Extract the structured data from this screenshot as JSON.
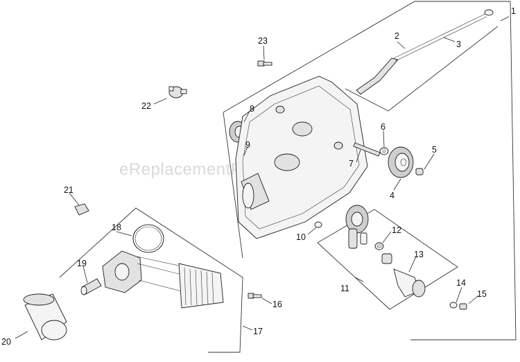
{
  "watermark": "eReplacementParts.com",
  "callouts": [
    "1",
    "2",
    "3",
    "4",
    "5",
    "6",
    "7",
    "8",
    "9",
    "10",
    "11",
    "12",
    "13",
    "14",
    "15",
    "16",
    "17",
    "18",
    "19",
    "20",
    "21",
    "22",
    "23"
  ]
}
